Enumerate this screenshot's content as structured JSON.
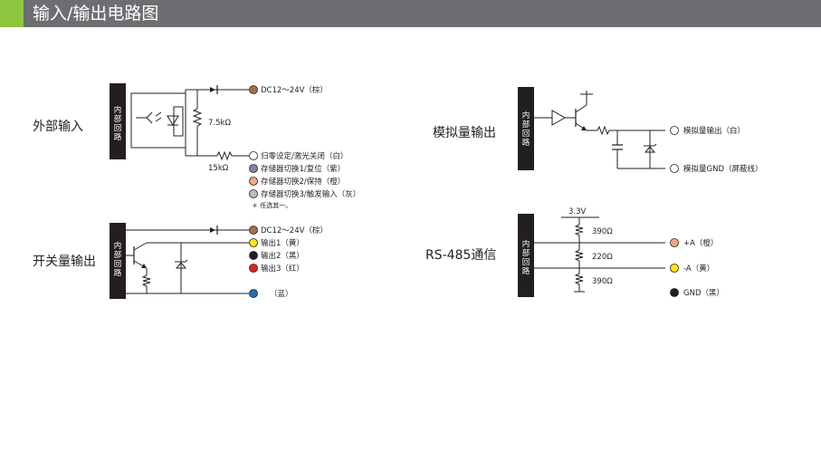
{
  "header": {
    "title": "输入/输出电路图"
  },
  "internal_circuit_label": [
    "内",
    "部",
    "回",
    "路"
  ],
  "sections": {
    "external_input": {
      "title": "外部输入",
      "top_line": "DC12～24V（棕）",
      "resistor_1": "7.5kΩ",
      "resistor_2": "15kΩ",
      "inputs": [
        {
          "label": "归零设定/激光关闭（白）",
          "color": "#ffffff"
        },
        {
          "label": "存储器切换1/复位（紫）",
          "color": "#8e7bb0"
        },
        {
          "label": "存储器切换2/保持（橙）",
          "color": "#f4a58a"
        },
        {
          "label": "存储器切换3/触发输入（灰）",
          "color": "#bcbec0"
        }
      ],
      "note": "＊ 任选其一。"
    },
    "switch_output": {
      "title": "开关量输出",
      "top_line": "DC12～24V（棕）",
      "outputs": [
        {
          "label": "输出1（黄）",
          "color": "#ffe600"
        },
        {
          "label": "输出2（黑）",
          "color": "#231f20"
        },
        {
          "label": "输出3（红）",
          "color": "#e2231a"
        }
      ],
      "ground": {
        "label": "（蓝）",
        "color": "#1f6fb5"
      }
    },
    "analog_output": {
      "title": "模拟量输出",
      "lines": [
        {
          "label": "模拟量输出（白）",
          "color": "#ffffff"
        },
        {
          "label": "模拟量GND（屏蔽线）",
          "color": "#ffffff"
        }
      ]
    },
    "rs485": {
      "title": "RS-485通信",
      "supply": "3.3V",
      "resistors": [
        "390Ω",
        "220Ω",
        "390Ω"
      ],
      "lines": [
        {
          "label": "+A（橙）",
          "color": "#f4a58a"
        },
        {
          "label": "-A（黄）",
          "color": "#ffe600"
        },
        {
          "label": "GND（黑）",
          "color": "#231f20"
        }
      ]
    }
  }
}
